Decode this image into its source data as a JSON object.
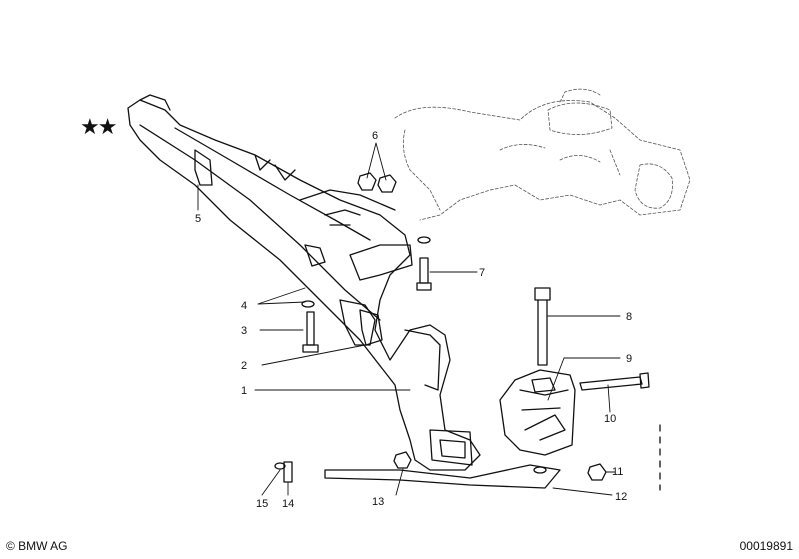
{
  "diagram": {
    "stars": "★★",
    "callouts": [
      {
        "id": "c1",
        "text": "1"
      },
      {
        "id": "c2",
        "text": "2"
      },
      {
        "id": "c3",
        "text": "3"
      },
      {
        "id": "c4",
        "text": "4"
      },
      {
        "id": "c5",
        "text": "5"
      },
      {
        "id": "c6",
        "text": "6"
      },
      {
        "id": "c7",
        "text": "7"
      },
      {
        "id": "c8",
        "text": "8"
      },
      {
        "id": "c9",
        "text": "9"
      },
      {
        "id": "c10",
        "text": "10"
      },
      {
        "id": "c11",
        "text": "11"
      },
      {
        "id": "c12",
        "text": "12"
      },
      {
        "id": "c13",
        "text": "13"
      },
      {
        "id": "c14",
        "text": "14"
      },
      {
        "id": "c15",
        "text": "15"
      }
    ]
  },
  "footer": {
    "copyright": "© BMW AG",
    "document_number": "00019891"
  }
}
